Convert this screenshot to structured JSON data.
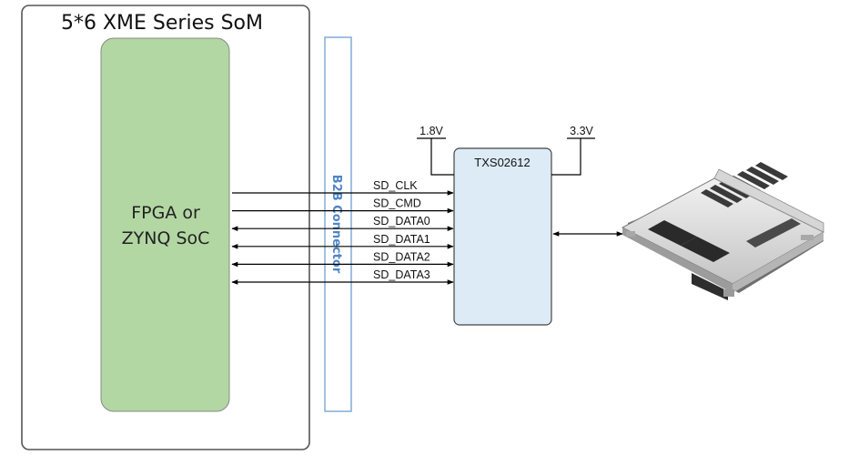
{
  "som": {
    "title": "5*6 XME Series SoM"
  },
  "fpga": {
    "line1": "FPGA or",
    "line2": "ZYNQ SoC"
  },
  "b2b": {
    "label": "B2B Connector"
  },
  "chip": {
    "label": "TXS02612"
  },
  "voltages": {
    "left": "1.8V",
    "right": "3.3V"
  },
  "signals": [
    {
      "name": "SD_CLK",
      "direction": "out"
    },
    {
      "name": "SD_CMD",
      "direction": "out"
    },
    {
      "name": "SD_DATA0",
      "direction": "bidirectional"
    },
    {
      "name": "SD_DATA1",
      "direction": "bidirectional"
    },
    {
      "name": "SD_DATA2",
      "direction": "bidirectional"
    },
    {
      "name": "SD_DATA3",
      "direction": "bidirectional"
    }
  ],
  "card_link": {
    "direction": "bidirectional"
  },
  "sd_card_socket": {
    "image": "sd-card-socket"
  },
  "colors": {
    "fpga_fill": "#b3d7a3",
    "chip_fill": "#dcebf6",
    "b2b_text": "#4f86c6",
    "line": "#000000"
  }
}
